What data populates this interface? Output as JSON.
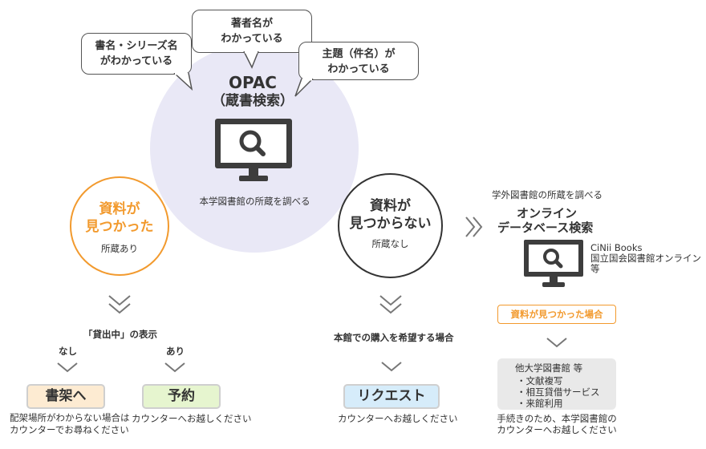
{
  "opac": {
    "title_line1": "OPAC",
    "title_line2": "（蔵書検索）",
    "caption": "本学図書館の所蔵を調べる"
  },
  "bubbles": {
    "title_series": [
      "書名・シリーズ名",
      "がわかっている"
    ],
    "author": [
      "著者名が",
      "わかっている"
    ],
    "subject": [
      "主題（件名）が",
      "わかっている"
    ]
  },
  "found": {
    "main_line1": "資料が",
    "main_line2": "見つかった",
    "sub": "所蔵あり",
    "status_label": "「貸出中」の表示",
    "branch_no": "なし",
    "branch_yes": "あり",
    "shelf_button": "書架へ",
    "shelf_note_line1": "配架場所がわからない場合は",
    "shelf_note_line2": "カウンターでお尋ねください",
    "reserve_button": "予約",
    "reserve_note": "カウンターへお越しください"
  },
  "not_found": {
    "main_line1": "資料が",
    "main_line2": "見つからない",
    "sub": "所蔵なし",
    "purchase_label": "本館での購入を希望する場合",
    "request_button": "リクエスト",
    "request_note": "カウンターへお越しください"
  },
  "external": {
    "caption": "学外図書館の所蔵を調べる",
    "title_line1": "オンライン",
    "title_line2": "データベース検索",
    "db_line1": "CiNii Books",
    "db_line2": "国立国会図書館オンライン 等",
    "found_tag": "資料が見つかった場合",
    "other_title": "他大学図書館 等",
    "other_items": [
      "・文献複写",
      "・相互貸借サービス",
      "・来館利用"
    ],
    "other_note_line1": "手続きのため、本学図書館の",
    "other_note_line2": "カウンターへお越しください"
  },
  "colors": {
    "accent_orange": "#f29a2e",
    "opac_bg": "#e9e8f6",
    "shelf_bg": "#fdebd2",
    "reserve_bg": "#e6f5cf",
    "request_bg": "#d6ecfa",
    "monitor": "#3d3d3d"
  }
}
